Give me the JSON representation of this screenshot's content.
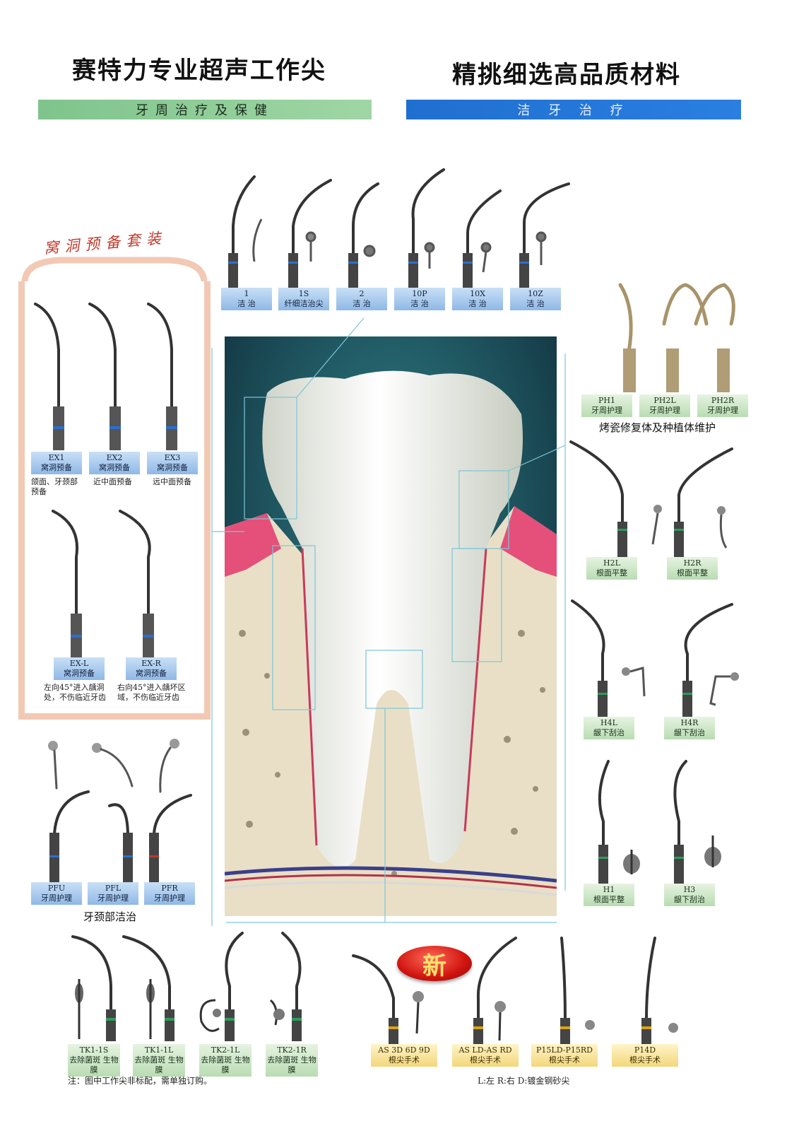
{
  "headline_left": "赛特力专业超声工作尖",
  "headline_right": "精挑细选高品质材料",
  "bar_left": "牙周治疗及保健",
  "bar_right": "洁 牙 治 疗",
  "cavity_kit_title": "窝洞预备套装",
  "cavity_kit": {
    "row1": [
      {
        "code": "EX1",
        "desc": "窝洞预备",
        "caption": "颌面、牙颈部预备"
      },
      {
        "code": "EX2",
        "desc": "窝洞预备",
        "caption": "近中面预备"
      },
      {
        "code": "EX3",
        "desc": "窝洞预备",
        "caption": "远中面预备"
      }
    ],
    "row2": [
      {
        "code": "EX-L",
        "desc": "窝洞预备",
        "caption": "左向45°进入龋洞处，不伤临近牙齿"
      },
      {
        "code": "EX-R",
        "desc": "窝洞预备",
        "caption": "右向45°进入龋坏区域，不伤临近牙齿"
      }
    ]
  },
  "scaling_tips": [
    {
      "code": "1",
      "desc": "洁 治"
    },
    {
      "code": "1S",
      "desc": "纤细洁治尖"
    },
    {
      "code": "2",
      "desc": "洁 治"
    },
    {
      "code": "10P",
      "desc": "洁 治"
    },
    {
      "code": "10X",
      "desc": "洁 治"
    },
    {
      "code": "10Z",
      "desc": "洁 治"
    }
  ],
  "ph_tips": [
    {
      "code": "PH1",
      "desc": "牙周护理"
    },
    {
      "code": "PH2L",
      "desc": "牙周护理"
    },
    {
      "code": "PH2R",
      "desc": "牙周护理"
    }
  ],
  "ph_caption": "烤瓷修复体及种植体维护",
  "h2_tips": [
    {
      "code": "H2L",
      "desc": "根面平整"
    },
    {
      "code": "H2R",
      "desc": "根面平整"
    }
  ],
  "h4_tips": [
    {
      "code": "H4L",
      "desc": "龈下刮治"
    },
    {
      "code": "H4R",
      "desc": "龈下刮治"
    }
  ],
  "h_tips": [
    {
      "code": "H1",
      "desc": "根面平整"
    },
    {
      "code": "H3",
      "desc": "龈下刮治"
    }
  ],
  "pf_tips": [
    {
      "code": "PFU",
      "desc": "牙周护理"
    },
    {
      "code": "PFL",
      "desc": "牙周护理"
    },
    {
      "code": "PFR",
      "desc": "牙周护理"
    }
  ],
  "pf_caption": "牙颈部洁治",
  "tk_tips": [
    {
      "code": "TK1-1S",
      "desc": "去除菌斑 生物膜"
    },
    {
      "code": "TK1-1L",
      "desc": "去除菌斑 生物膜"
    },
    {
      "code": "TK2-1L",
      "desc": "去除菌斑 生物膜"
    },
    {
      "code": "TK2-1R",
      "desc": "去除菌斑 生物膜"
    }
  ],
  "new_badge": "新",
  "as_tips": [
    {
      "code": "AS 3D 6D 9D",
      "desc": "根尖手术"
    },
    {
      "code": "AS LD-AS RD",
      "desc": "根尖手术"
    },
    {
      "code": "P15LD-P15RD",
      "desc": "根尖手术"
    },
    {
      "code": "P14D",
      "desc": "根尖手术"
    }
  ],
  "footnote_left": "注：图中工作尖非标配，需单独订购。",
  "footnote_right": "L:左 R:右 D:镀金钢砂尖",
  "colors": {
    "bar_green": "#8fcf99",
    "bar_blue": "#2477d8",
    "panel_border": "#f2c9b4",
    "title_red": "#c0392b",
    "badge_red": "#d0140f"
  }
}
